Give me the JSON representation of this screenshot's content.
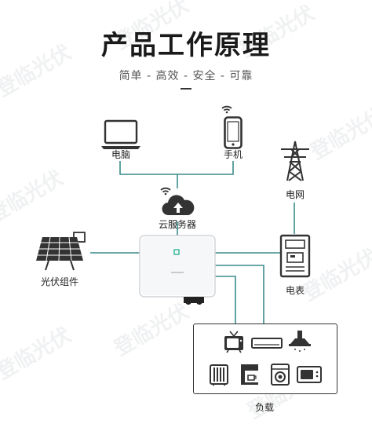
{
  "header": {
    "title": "产品工作原理",
    "subtitle": "简单 - 高效 - 安全 - 可靠"
  },
  "nodes": {
    "computer": "电脑",
    "phone": "手机",
    "cloud": "云服务器",
    "grid": "电网",
    "meter": "电表",
    "solar": "光伏组件",
    "load": "负载"
  },
  "colors": {
    "line": "#3b8c8c",
    "inverter_accent": "#2fb59b",
    "icon": "#333333"
  },
  "watermark": "登临光伏"
}
